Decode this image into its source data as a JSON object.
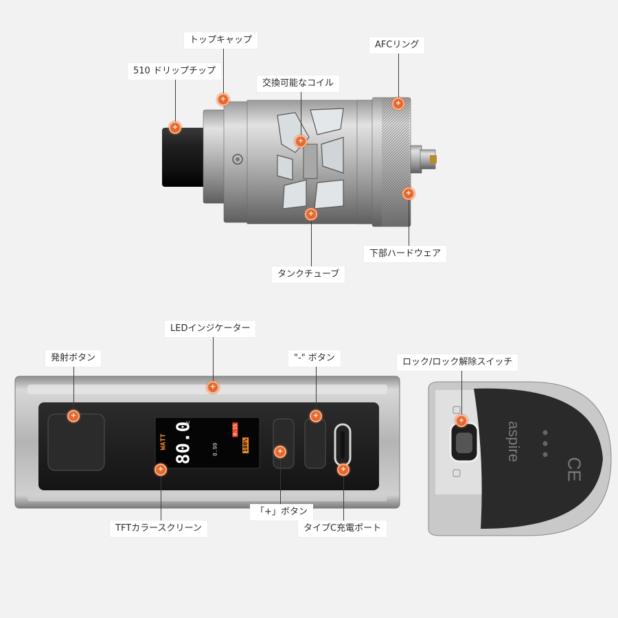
{
  "labels": {
    "drip_tip": "510 ドリップチップ",
    "top_cap": "トップキャップ",
    "coil": "交換可能なコイル",
    "afc_ring": "AFCリング",
    "bottom_hardware": "下部ハードウェア",
    "tank_tube": "タンクチューブ",
    "led_indicator": "LEDインジケーター",
    "fire_button": "発射ボタン",
    "minus_button": "\"-\" ボタン",
    "lock_switch": "ロック/ロック解除スイッチ",
    "plus_button": "「+」ボタン",
    "tft_screen": "TFTカラースクリーン",
    "typec_port": "タイプC充電ポート"
  },
  "marker_symbol": "+",
  "screen": {
    "mode": "WATT",
    "wattage": "80.0",
    "unit": "W",
    "resistance": "0.99",
    "puff_time": "0.1S",
    "battery": "100%"
  },
  "logo": "aspire",
  "ce_mark": "CE",
  "colors": {
    "accent": "#e8672a",
    "lcd_orange": "#f08a2a",
    "lcd_red": "#e84a2a"
  }
}
